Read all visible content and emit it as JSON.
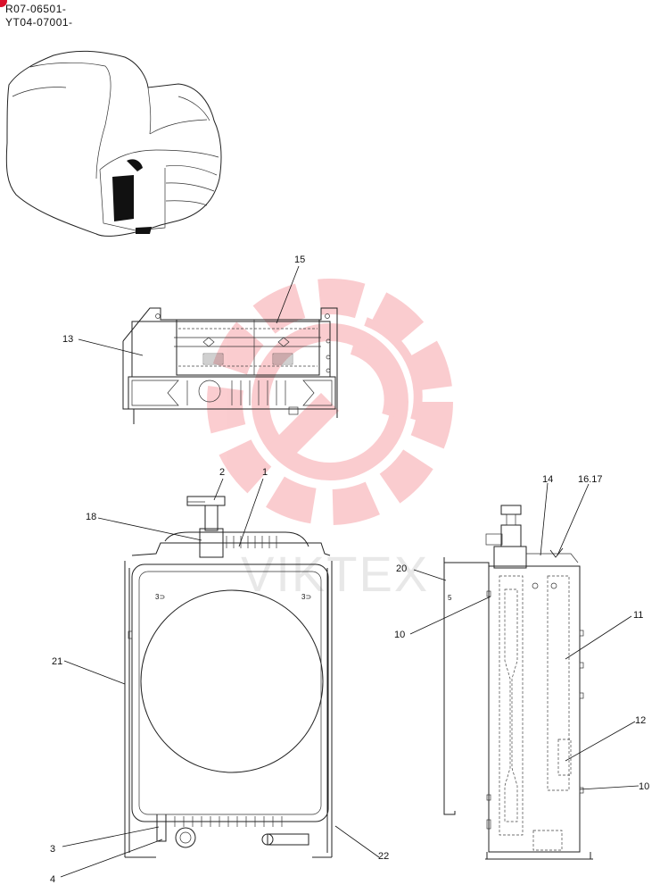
{
  "header": {
    "serial_line_1": "R07-06501-",
    "serial_line_2": "YT04-07001-"
  },
  "colors": {
    "marker": "#d8102a",
    "watermark": "#f04a55",
    "line": "#222222"
  },
  "watermark_text": "VIKTEX",
  "callouts": {
    "c1": "1",
    "c2": "2",
    "c3": "3",
    "c4": "4",
    "c10a": "10",
    "c10b": "10",
    "c11": "11",
    "c12": "12",
    "c13": "13",
    "c14": "14",
    "c15": "15",
    "c1617": "16.17",
    "c18": "18",
    "c20": "20",
    "c21": "21",
    "c22": "22"
  }
}
